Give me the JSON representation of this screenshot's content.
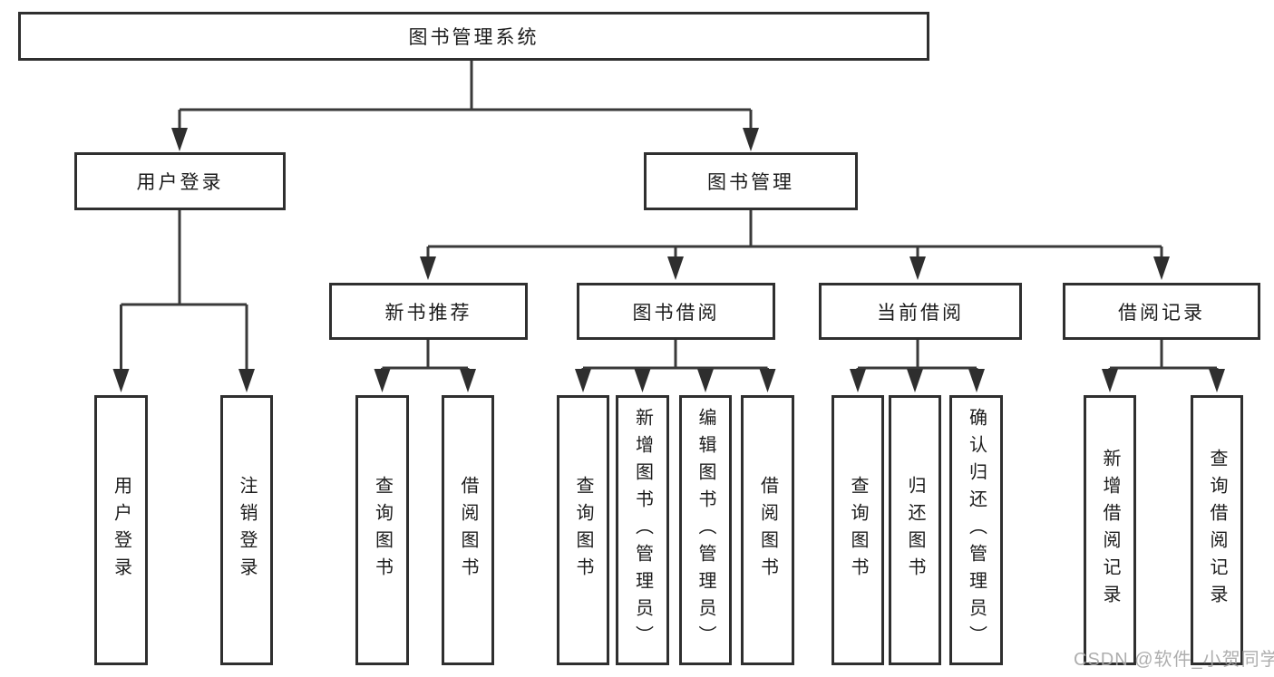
{
  "tree": {
    "label": "图书管理系统",
    "children": [
      {
        "label": "用户登录",
        "children": [
          {
            "label": "用户登录"
          },
          {
            "label": "注销登录"
          }
        ]
      },
      {
        "label": "图书管理",
        "children": [
          {
            "label": "新书推荐",
            "children": [
              {
                "label": "查询图书"
              },
              {
                "label": "借阅图书"
              }
            ]
          },
          {
            "label": "图书借阅",
            "children": [
              {
                "label": "查询图书"
              },
              {
                "label": "新增图书（管理员）"
              },
              {
                "label": "编辑图书（管理员）"
              },
              {
                "label": "借阅图书"
              }
            ]
          },
          {
            "label": "当前借阅",
            "children": [
              {
                "label": "查询图书"
              },
              {
                "label": "归还图书"
              },
              {
                "label": "确认归还（管理员）"
              }
            ]
          },
          {
            "label": "借阅记录",
            "children": [
              {
                "label": "新增借阅记录"
              },
              {
                "label": "查询借阅记录"
              }
            ]
          }
        ]
      }
    ]
  },
  "watermark": {
    "text": "CSDN @软件_小贺同学"
  },
  "colors": {
    "line": "#3a3a3a",
    "border": "#2f2f2f",
    "watermark": "#a8a8a8"
  }
}
